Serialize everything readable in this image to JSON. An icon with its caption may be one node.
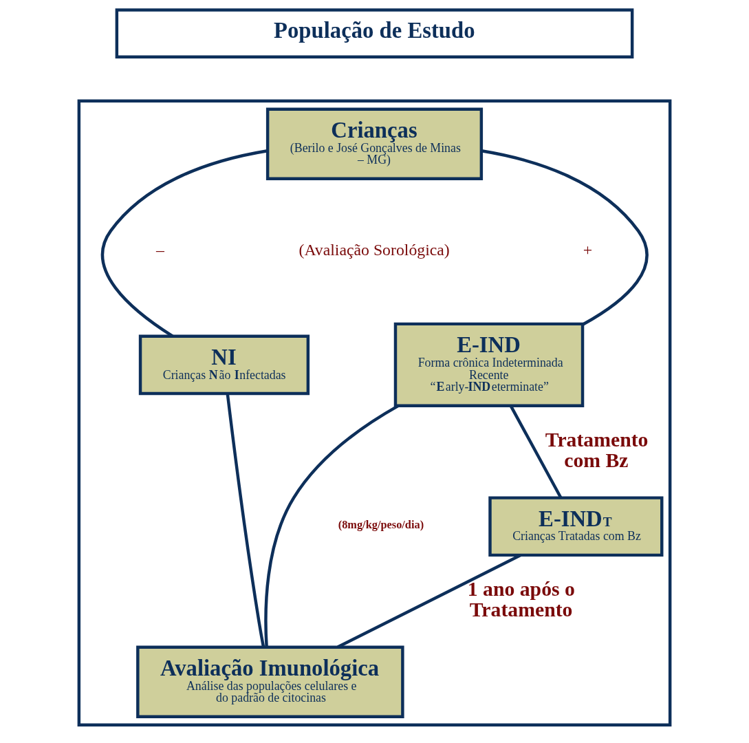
{
  "diagram": {
    "nodes": [
      {
        "text": [
          "População de Estudo"
        ]
      },
      {
        "text": [],
        "shape": "box"
      },
      {
        "text": [
          "Crianças",
          "(Berilo e José Gonçalves de Minas – MG)"
        ],
        "in": 1
      },
      {
        "text": [
          "NI",
          "Crianças **N**ão **I**nfectadas"
        ],
        "in": 1
      },
      {
        "text": [
          "E-IND",
          "Forma crônica Indeterminada Recente “**E**arly-**IND**eterminate”"
        ],
        "in": 1
      },
      {
        "text": [
          "E-IND$_{T}$",
          "Crianças Tratadas com Bz"
        ],
        "in": 1
      },
      {
        "text": [
          "Avaliação Imunológica",
          "Análise das populações celulares e do padrão de citocinas"
        ],
        "in": 1
      }
    ],
    "edges": [
      {
        "from": 2,
        "to": 3,
        "arrow": "none"
      },
      {
        "from": 2,
        "to": 4,
        "arrow": "none"
      },
      {
        "from": 4,
        "to": 5,
        "arrow": "none",
        "label": "Tratamento com Bz"
      },
      {
        "from": 3,
        "to": 6,
        "arrow": "none"
      },
      {
        "from": 4,
        "to": 6,
        "arrow": "none"
      },
      {
        "from": 5,
        "to": 6,
        "arrow": "none",
        "label": "1 ano após o Tratamento"
      }
    ],
    "labels": [
      "(Avaliação Sorológica)",
      "–",
      "+",
      "(8mg/kg/peso/dia)"
    ]
  }
}
